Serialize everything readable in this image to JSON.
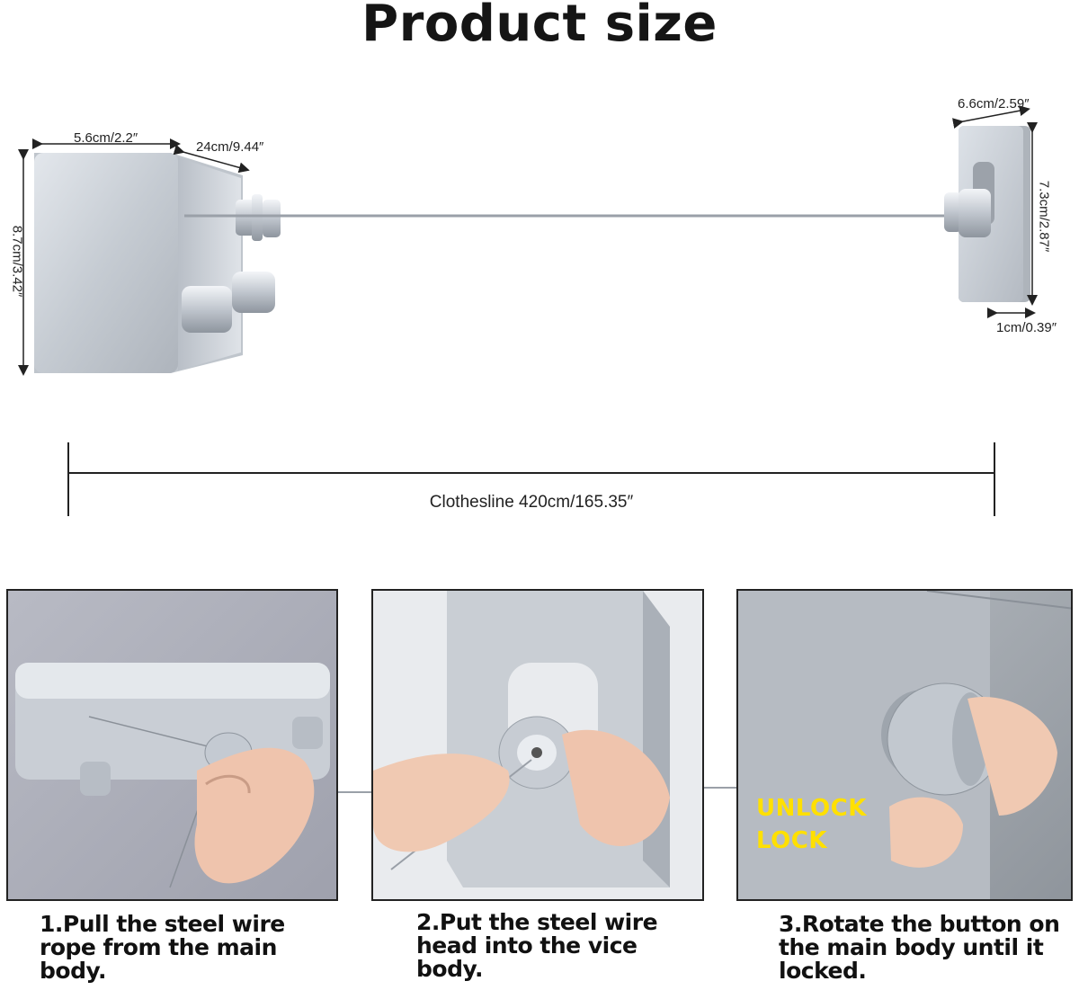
{
  "title": "Product size",
  "dimensions": {
    "main_width": "5.6cm/2.2″",
    "main_depth": "24cm/9.44″",
    "main_height": "8.7cm/3.42″",
    "plate_width": "6.6cm/2.59″",
    "plate_height": "7.3cm/2.87″",
    "plate_thickness": "1cm/0.39″",
    "clothesline": "Clothesline 420cm/165.35″"
  },
  "steps": [
    {
      "lines": [
        "1.Pull the steel wire",
        " rope from the main",
        "body."
      ]
    },
    {
      "lines": [
        "2.Put the steel wire",
        "head into the vice",
        "body."
      ]
    },
    {
      "lines": [
        "3.Rotate the button on",
        "the main body until it",
        "locked."
      ]
    }
  ],
  "lock_labels": {
    "unlock": "UNLOCK",
    "lock": "LOCK"
  },
  "colors": {
    "metal": "#c7ccd2",
    "background_wall": "#a9abb6",
    "highlight": "#ffe000"
  }
}
